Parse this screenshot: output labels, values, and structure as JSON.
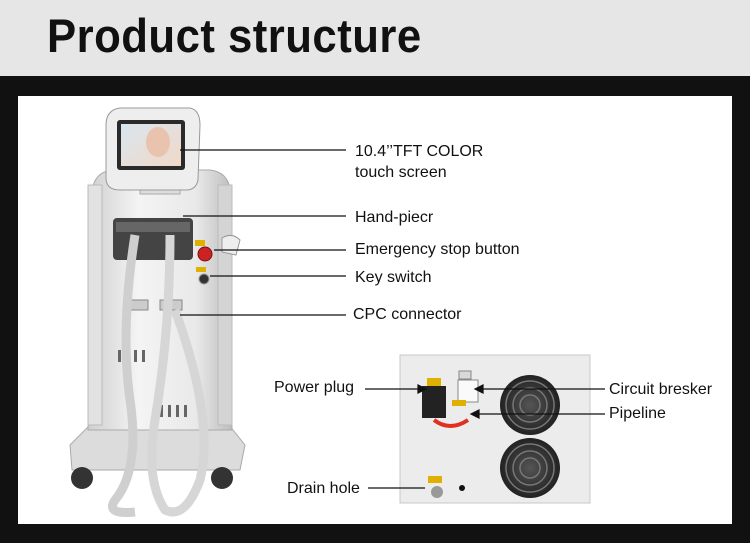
{
  "header": {
    "title": "Product structure"
  },
  "labels": {
    "screen_line1": "10.4’’TFT COLOR",
    "screen_line2": "touch screen",
    "handpiece": "Hand-piecr",
    "emergency": "Emergency stop button",
    "key_switch": "Key switch",
    "cpc": "CPC connector",
    "power_plug": "Power plug",
    "circuit_breaker": "Circuit bresker",
    "pipeline": "Pipeline",
    "drain_hole": "Drain hole"
  },
  "colors": {
    "header_bg": "#e6e6e6",
    "frame": "#111111",
    "panel": "#ffffff",
    "stop_button": "#cc2222",
    "pipe_red": "#e03020"
  }
}
